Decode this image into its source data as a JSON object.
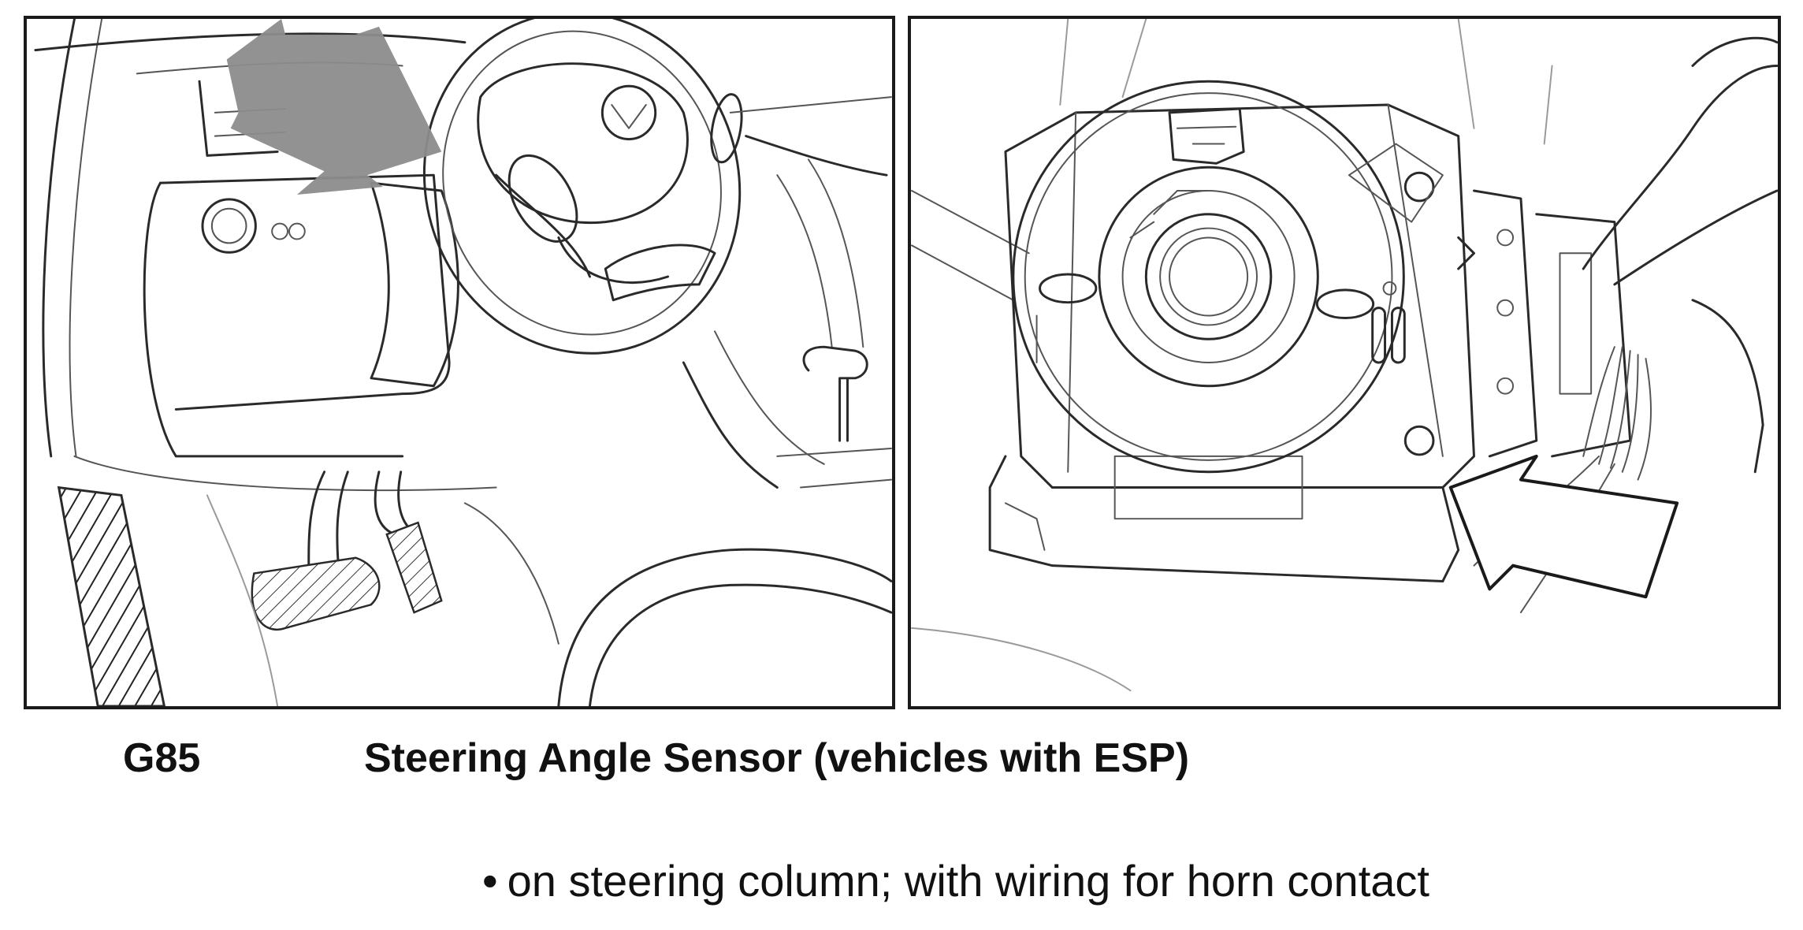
{
  "caption": {
    "code": "G85",
    "title": "Steering Angle Sensor (vehicles with ESP)"
  },
  "notes": [
    {
      "bullet": "•",
      "text": "on steering column; with wiring for horn contact"
    }
  ],
  "figures": {
    "left_icon": "dashboard-steering-wheel-drawing",
    "right_icon": "steering-angle-sensor-drawing",
    "arrow_color_left": "#8c8c8c",
    "arrow_color_right": "#ffffff"
  }
}
